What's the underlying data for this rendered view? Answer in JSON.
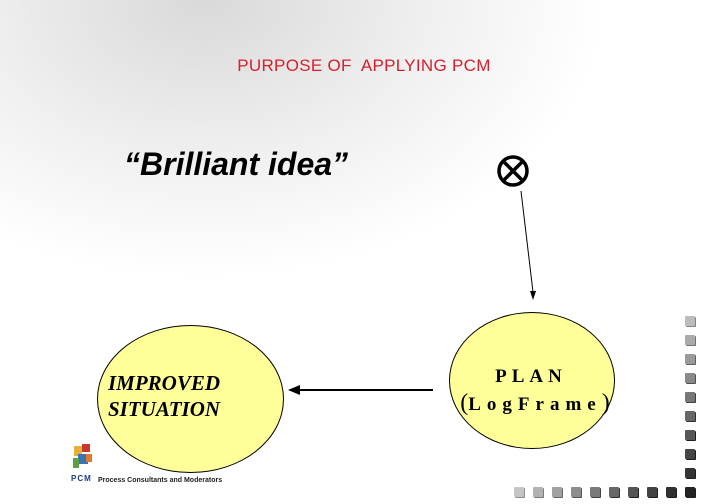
{
  "slide": {
    "title": "PURPOSE OF  APPLYING PCM",
    "idea_text": "“Brilliant idea”",
    "idea_symbol_icon": "circled-times-icon",
    "left_node": {
      "line1": "IMPROVED",
      "line2": "SITUATION"
    },
    "right_node": {
      "line1": "PLAN",
      "line2_open": "(",
      "line2": "LogFrame",
      "line2_close": ")"
    },
    "footer": "Process Consultants and Moderators",
    "logo_text": "PCM"
  },
  "colors": {
    "title": "#d81e2c",
    "ellipse_fill": "#ffff99",
    "square_dark": "#1c1c1c",
    "square_light": "#d8d8d8"
  }
}
